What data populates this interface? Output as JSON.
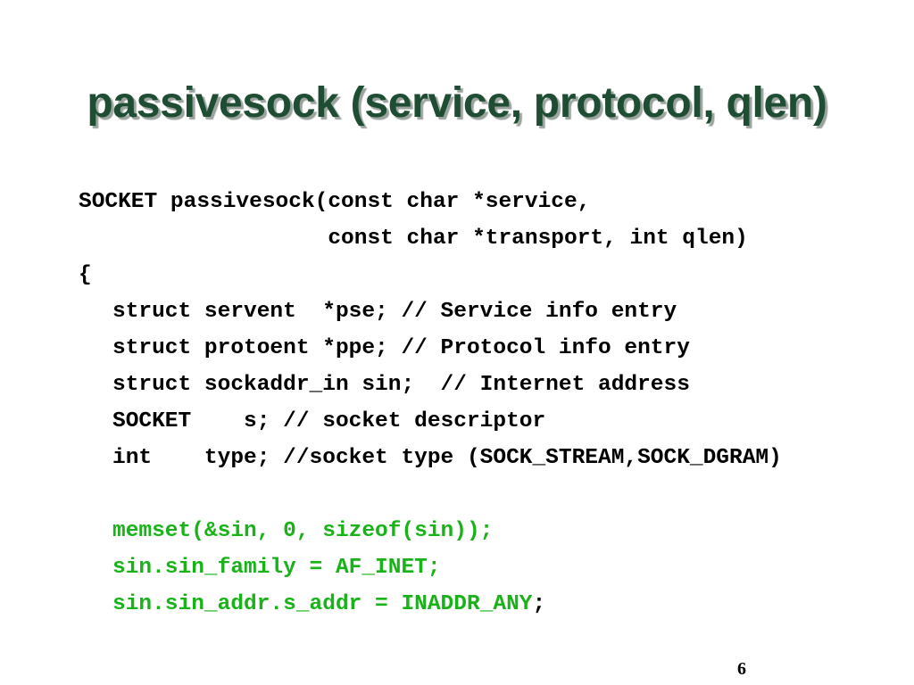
{
  "slide": {
    "title": "passivesock (service, protocol, qlen)",
    "page_number": "6",
    "code_lines": [
      "SOCKET passivesock(const char *service,",
      "                   const char *transport, int qlen)",
      "{",
      "struct servent  *pse; // Service info entry",
      "struct protoent *ppe; // Protocol info entry",
      "struct sockaddr_in sin;  // Internet address",
      "SOCKET    s; // socket descriptor",
      "int    type; //socket type (SOCK_STREAM,SOCK_DGRAM)",
      "memset(&sin, 0, sizeof(sin));",
      "sin.sin_family = AF_INET;",
      "sin.sin_addr.s_addr = INADDR_ANY"
    ],
    "trailing_semicolon": ";"
  },
  "colors": {
    "title": "#1f4d33",
    "code": "#000000",
    "highlight": "#19b319"
  }
}
